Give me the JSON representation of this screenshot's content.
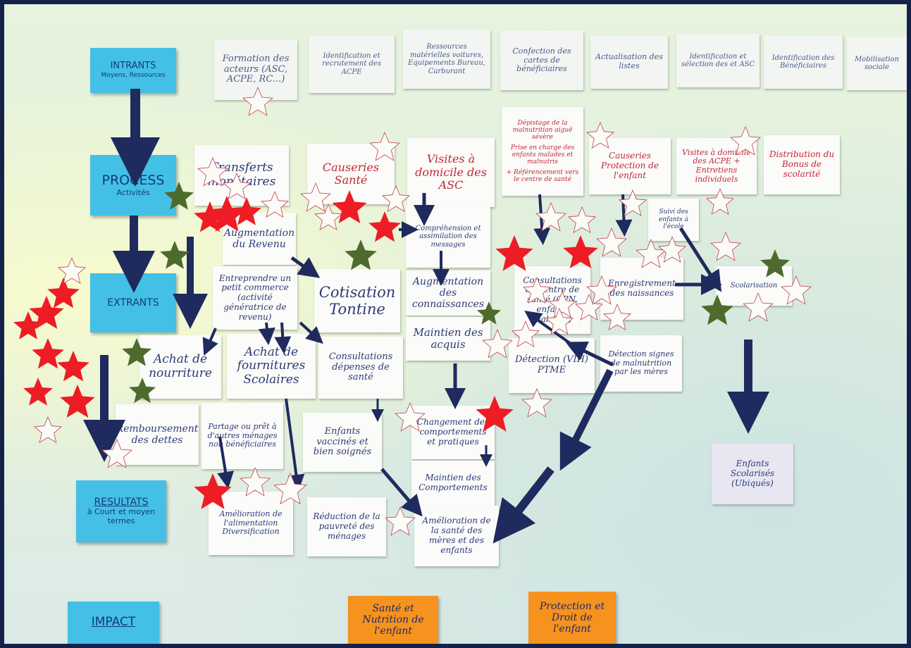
{
  "columns": {
    "intrants": {
      "title": "INTRANTS",
      "subtitle": "Moyens, Ressources"
    },
    "process": {
      "title": "PROCESS",
      "subtitle": "Activités"
    },
    "extrants": {
      "title": "EXTRANTS"
    },
    "resultats": {
      "title": "RESULTATS",
      "subtitle": "à Court et moyen termes"
    },
    "impact": {
      "title": "IMPACT"
    }
  },
  "intrants_cards": [
    "Formation des acteurs (ASC, ACPE, RC...)",
    "Identification et recrutement des ACPE",
    "Ressources matérielles voitures, Equipements Bureau, Carburant",
    "Confection des cartes de bénéficiaires",
    "Actualisation des listes",
    "Identification et sélection des et ASC",
    "Identification des Bénéficiaires",
    "Mobilisation sociale"
  ],
  "process_cards": [
    "Transferts monétaires",
    "Causeries Santé",
    "Visites à domicile des ASC",
    "Dépistage de la malnutrition aiguë sévère",
    "Prise en charge des enfants malades et malnutris",
    "+ Référencement vers le centre de santé",
    "Causeries Protection de l'enfant",
    "Visites à domicile des ACPE + Entretiens individuels",
    "Distribution du Bonus de scolarité"
  ],
  "extrants_cards": [
    "Augmentation du Revenu",
    "Entreprendre un petit commerce (activité génératrice de revenu)",
    "Cotisation Tontine",
    "Compréhension et assimilation des messages",
    "Augmentation des connaissances",
    "Maintien des acquis",
    "Consultations au centre de santé (CPN, enfants malades)",
    "Détection (VIH) PTME",
    "Détection signes de malnutrition par les mères",
    "Enregistrement des naissances",
    "Suivi des enfants à l'école",
    "Scolarisation",
    "Achat de nourriture",
    "Achat de fournitures Scolaires",
    "Consultations dépenses de santé",
    "Remboursement des dettes"
  ],
  "resultats_cards": [
    "Partage ou prêt à d'autres ménages non bénéficiaires",
    "Enfants vaccinés et bien soignés",
    "Changement des comportements et pratiques",
    "Maintien des Comportements",
    "Amélioration de l'alimentation Diversification",
    "Réduction de la pauvreté des ménages",
    "Amélioration de la santé des mères et des enfants",
    "Enfants Scolarisés (Ubiqués)"
  ],
  "impact_cards": [
    "Santé et Nutrition de l'enfant",
    "Protection et Droit de l'enfant"
  ],
  "colors": {
    "blue_card": "#44c0e6",
    "orange_card": "#f6921e",
    "arrow": "#1f2a5e",
    "red_star": "#ee1c24",
    "green_star": "#4e6b2e",
    "frame": "#14224a"
  }
}
